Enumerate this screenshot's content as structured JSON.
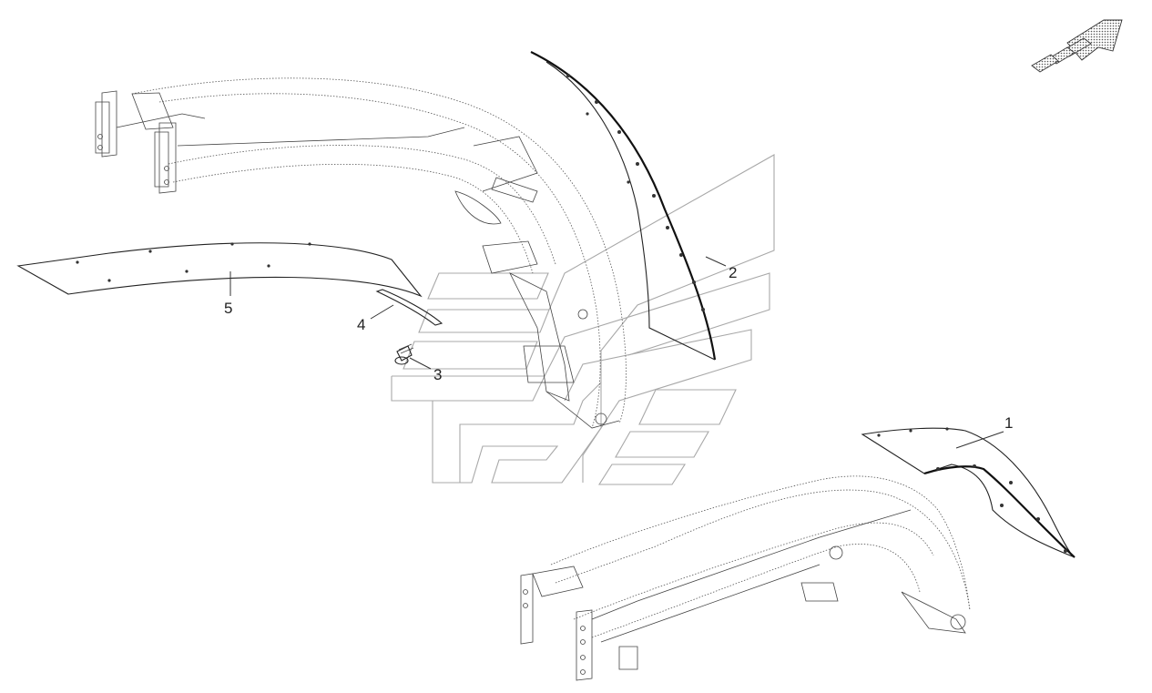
{
  "callouts": [
    {
      "id": "1",
      "label": "1"
    },
    {
      "id": "2",
      "label": "2"
    },
    {
      "id": "3",
      "label": "3"
    },
    {
      "id": "4",
      "label": "4"
    },
    {
      "id": "5",
      "label": "5"
    }
  ],
  "direction_arrow": {
    "icon": "direction-arrow-icon",
    "pattern": "dotted"
  },
  "logo": {
    "icon": "brand-logo-watermark",
    "color": "#a8a8a8"
  }
}
